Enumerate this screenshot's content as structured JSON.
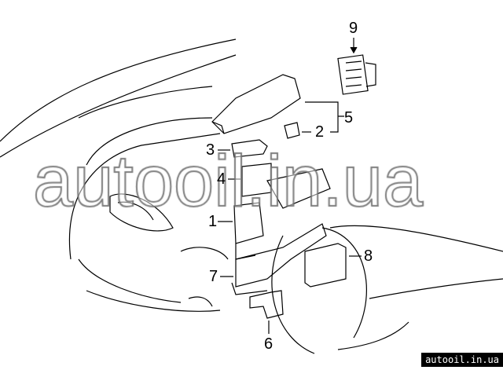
{
  "diagram": {
    "callouts": [
      "1",
      "2",
      "3",
      "4",
      "5",
      "6",
      "7",
      "8",
      "9"
    ]
  },
  "watermark": "autooil.in.ua",
  "site_label": "autooil.in.ua"
}
